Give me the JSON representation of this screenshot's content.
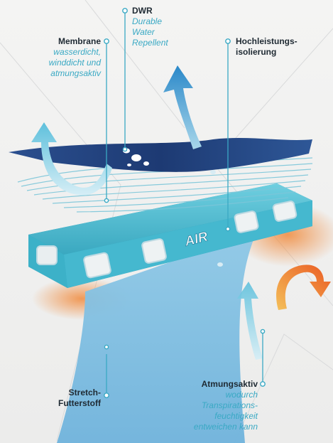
{
  "colors": {
    "accent": "#3aa9c4",
    "dark_blue": "#233f78",
    "insulation": "#46b3c9",
    "heat": "#ef6a2a",
    "text": "#1f2a33"
  },
  "icons": [
    "arrow-up-icon",
    "arrow-curve-icon",
    "water-drop-icon"
  ],
  "labels": {
    "dwr": {
      "title": "DWR",
      "sub": [
        "Durable",
        "Water",
        "Repellent"
      ]
    },
    "membrane": {
      "title": "Membrane",
      "sub": [
        "wasserdicht,",
        "winddicht und",
        "atmungsaktiv"
      ]
    },
    "hochleistung": {
      "title": [
        "Hochleistungs-",
        "isolierung"
      ]
    },
    "stretch": {
      "title": [
        "Stretch-",
        "Futterstoff"
      ]
    },
    "atmungsaktiv": {
      "title": "Atmungsaktiv",
      "sub": [
        "wodurch",
        "Transpirations-",
        "feuchtigkeit",
        "entweichen kann"
      ]
    }
  },
  "air_text": "AIR"
}
